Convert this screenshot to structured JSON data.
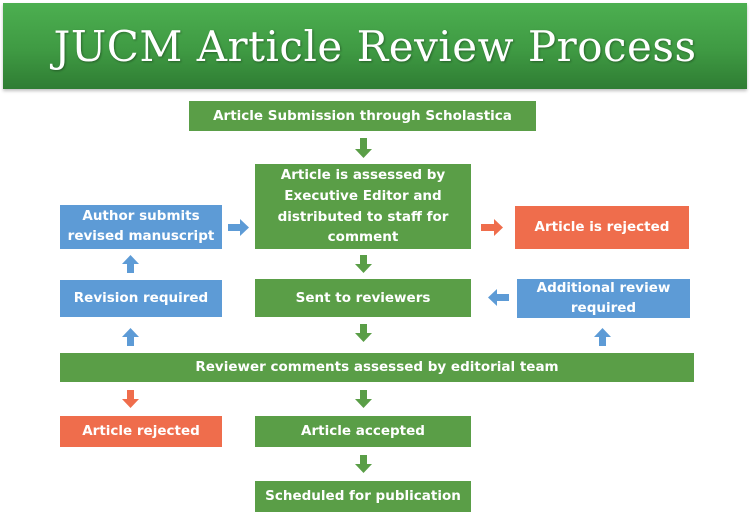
{
  "title": "JUCM Article Review Process",
  "colors": {
    "green": "#5a9e47",
    "blue": "#5d9bd6",
    "red": "#ef6d4c",
    "title_bar": "#3f9a43"
  },
  "nodes": {
    "submission": "Article Submission through Scholastica",
    "assessed": "Article is assessed by Executive Editor and distributed to staff for comment",
    "author_revised": "Author submits revised manuscript",
    "rejected_top": "Article is rejected",
    "revision_required": "Revision required",
    "sent_to_reviewers": "Sent to reviewers",
    "additional_review": "Additional review required",
    "reviewer_comments": "Reviewer comments assessed by editorial team",
    "rejected_bottom": "Article rejected",
    "accepted": "Article accepted",
    "scheduled": "Scheduled for publication"
  }
}
